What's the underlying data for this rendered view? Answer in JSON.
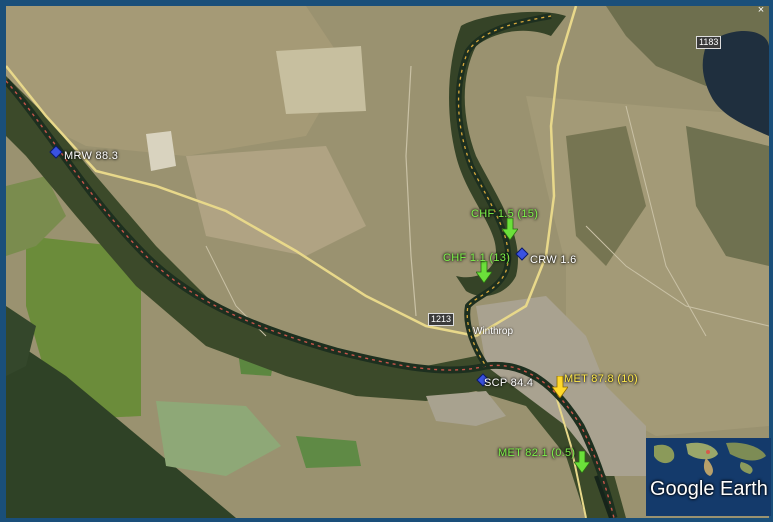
{
  "window": {
    "close_glyph": "×"
  },
  "roads": {
    "shield_1": "1213",
    "shield_2": "1183"
  },
  "town_label": "Winthrop",
  "markers": [
    {
      "id": "mrw",
      "label": "MRW 88.3",
      "color": "#3a52e0",
      "style": "white",
      "shape": "pin"
    },
    {
      "id": "chf1",
      "label": "CHF 1.5 (15)",
      "color": "#6be03a",
      "style": "green",
      "shape": "arrow"
    },
    {
      "id": "crw",
      "label": "CRW 1.6",
      "color": "#3a52e0",
      "style": "white",
      "shape": "pin"
    },
    {
      "id": "chf2",
      "label": "CHF 1.1 (13)",
      "color": "#6be03a",
      "style": "green",
      "shape": "arrow"
    },
    {
      "id": "scp",
      "label": "SCP 84.4",
      "color": "#3a52e0",
      "style": "white",
      "shape": "pin"
    },
    {
      "id": "met1",
      "label": "MET 87.8 (10)",
      "color": "#ffd92a",
      "style": "yellow",
      "shape": "arrow"
    },
    {
      "id": "met2",
      "label": "MET 82.1 (0.5)",
      "color": "#6be03a",
      "style": "green",
      "shape": "arrow"
    }
  ],
  "logo": {
    "text": "Google Earth"
  }
}
